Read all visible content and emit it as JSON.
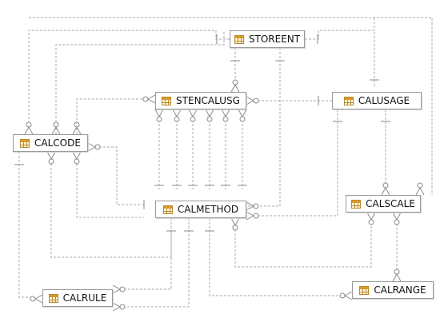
{
  "diagram": {
    "entities": [
      {
        "id": "storeent",
        "label": "STOREENT",
        "icon": "table-icon"
      },
      {
        "id": "stencalusg",
        "label": "STENCALUSG",
        "icon": "table-icon"
      },
      {
        "id": "calusage",
        "label": "CALUSAGE",
        "icon": "table-icon"
      },
      {
        "id": "calcode",
        "label": "CALCODE",
        "icon": "table-icon"
      },
      {
        "id": "calmethod",
        "label": "CALMETHOD",
        "icon": "table-icon"
      },
      {
        "id": "calscale",
        "label": "CALSCALE",
        "icon": "table-icon"
      },
      {
        "id": "calrule",
        "label": "CALRULE",
        "icon": "table-icon"
      },
      {
        "id": "calrange",
        "label": "CALRANGE",
        "icon": "table-icon"
      }
    ],
    "colors": {
      "line": "#a8a8a8",
      "marker": "#8a8a8a",
      "icon": "#d99a2b"
    }
  }
}
